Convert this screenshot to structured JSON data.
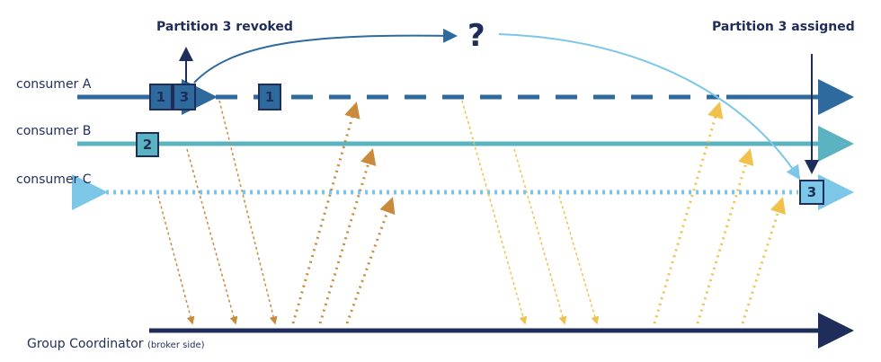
{
  "labels": {
    "consumer_a": "consumer A",
    "consumer_b": "consumer B",
    "consumer_c": "consumer C",
    "revoked": "Partition 3 revoked",
    "assigned": "Partition 3 assigned",
    "question": "?",
    "coordinator": "Group Coordinator",
    "coordinator_note": "(broker side)"
  },
  "partitions": {
    "a_first": "1",
    "a_second": "3",
    "a_later": "1",
    "b": "2",
    "c": "3"
  },
  "colors": {
    "consumer_a": "#2e6a9e",
    "consumer_b": "#5bb3c2",
    "consumer_c": "#7cc6e8",
    "coordinator": "#1f2d5a",
    "request_arrow": "#c98a3c",
    "response_arrow": "#d9a04a",
    "light_request": "#f0c24b",
    "text": "#1f2d5a"
  }
}
